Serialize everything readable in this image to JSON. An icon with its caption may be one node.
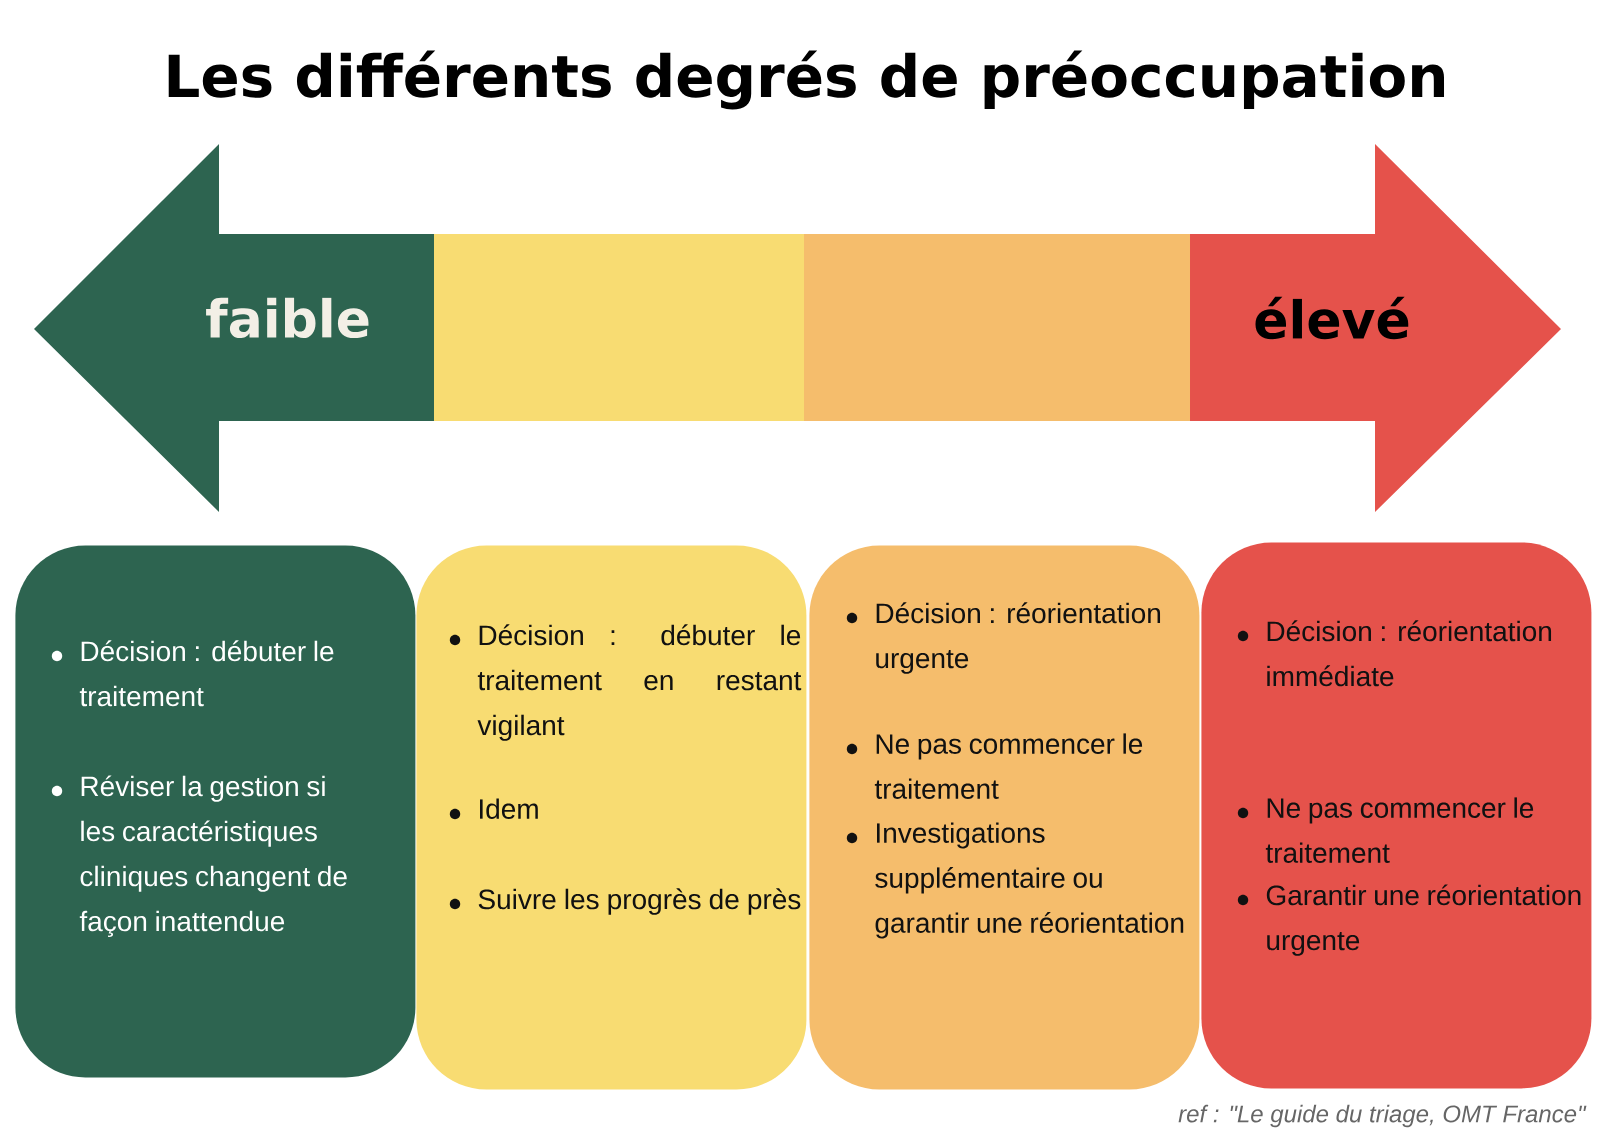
{
  "diagram": {
    "title": "Les différents degrés de préoccupation",
    "nodes": [
      {
        "text": [
          "faible"
        ]
      },
      {
        "text": [],
        "shape": "bar"
      },
      {
        "text": [],
        "shape": "bar"
      },
      {
        "text": [
          "élevé"
        ]
      },
      {
        "text": [
          "Décision : débuter le traitement",
          "Réviser la gestion si les caractéristiques cliniques changent de façon inattendue"
        ]
      },
      {
        "text": [
          "Décision : débuter le traitement en restant vigilant",
          "Idem",
          "Suivre les progrès de près"
        ]
      },
      {
        "text": [
          "Décision : réorientation urgente",
          "Ne pas commencer le traitement",
          "Investigations supplémentaire ou garantir une réorientation"
        ]
      },
      {
        "text": [
          "Décision : réorientation immédiate",
          "Ne pas commencer le traitement",
          "Garantir une réorientation urgente"
        ]
      }
    ],
    "edges": [],
    "caption": "ref : \"Le guide du triage, OMT France\""
  }
}
